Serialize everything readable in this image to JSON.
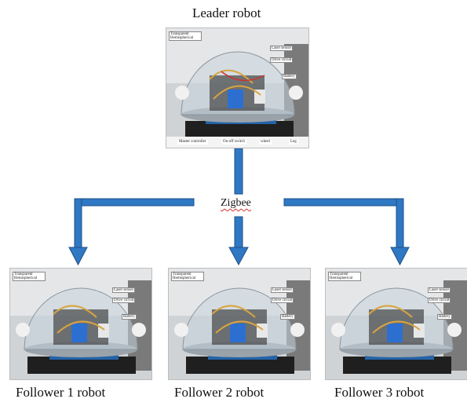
{
  "leader": {
    "title": "Leader robot",
    "labels": {
      "transparent": "Transparent Hemispherical",
      "laser": "Laser sensor",
      "drive": "Drive circuit",
      "battery": "Battery",
      "master": "Master controller",
      "switch": "On-off switch",
      "wheel": "wheel",
      "leg": "Leg"
    }
  },
  "network": {
    "label": "Zigbee",
    "arrow_color": "#2f78c4"
  },
  "followers": [
    {
      "title": "Follower 1 robot",
      "labels": {
        "transparent": "Transparent Hemispherical",
        "laser": "Laser sensor",
        "drive": "Drive circuit",
        "battery": "Battery"
      }
    },
    {
      "title": "Follower 2 robot",
      "labels": {
        "transparent": "Transparent Hemispherical",
        "laser": "Laser sensor",
        "drive": "Drive circuit",
        "battery": "Battery"
      }
    },
    {
      "title": "Follower 3 robot",
      "labels": {
        "transparent": "Transparent Hemispherical",
        "laser": "Laser sensor",
        "drive": "Drive circuit",
        "battery": "Battery"
      }
    }
  ]
}
